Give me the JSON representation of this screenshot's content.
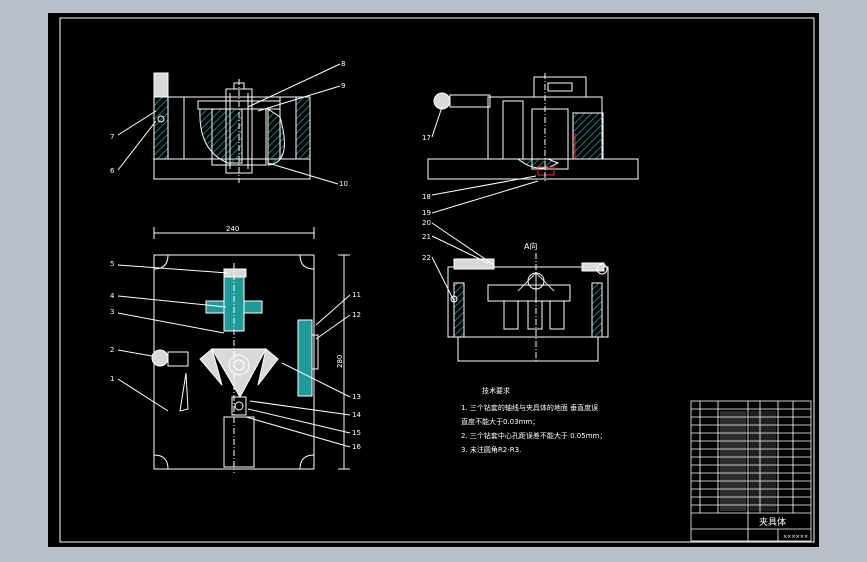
{
  "colors": {
    "background": "#b8bfc9",
    "sheet": "#000000",
    "line": "#ffffff",
    "hatch": "#1e9a9a",
    "part": "#d9d9d9",
    "accent": "#ff2020"
  },
  "callouts": {
    "c1": "1",
    "c2": "2",
    "c3": "3",
    "c4": "4",
    "c5": "5",
    "c6": "6",
    "c7": "7",
    "c8": "8",
    "c9": "9",
    "c10": "10",
    "c11": "11",
    "c12": "12",
    "c13": "13",
    "c14": "14",
    "c15": "15",
    "c16": "16",
    "c17": "17",
    "c18": "18",
    "c19": "19",
    "c20": "20",
    "c21": "21",
    "c22": "22"
  },
  "dimensions": {
    "width": "240",
    "height": "280"
  },
  "section_label": "A向",
  "notes": {
    "title": "技术要求",
    "line1": "1. 三个钻套的轴线与夹具体的地面  垂直度误",
    "line2": "直度不能大于0.03mm；",
    "line3": "2. 三个钻套中心孔距误差不能大于    0.05mm；",
    "line4": "3. 未注圆角R2-R3."
  },
  "title_block": {
    "drawing_name": "夹具体",
    "company_note": "××××××"
  }
}
